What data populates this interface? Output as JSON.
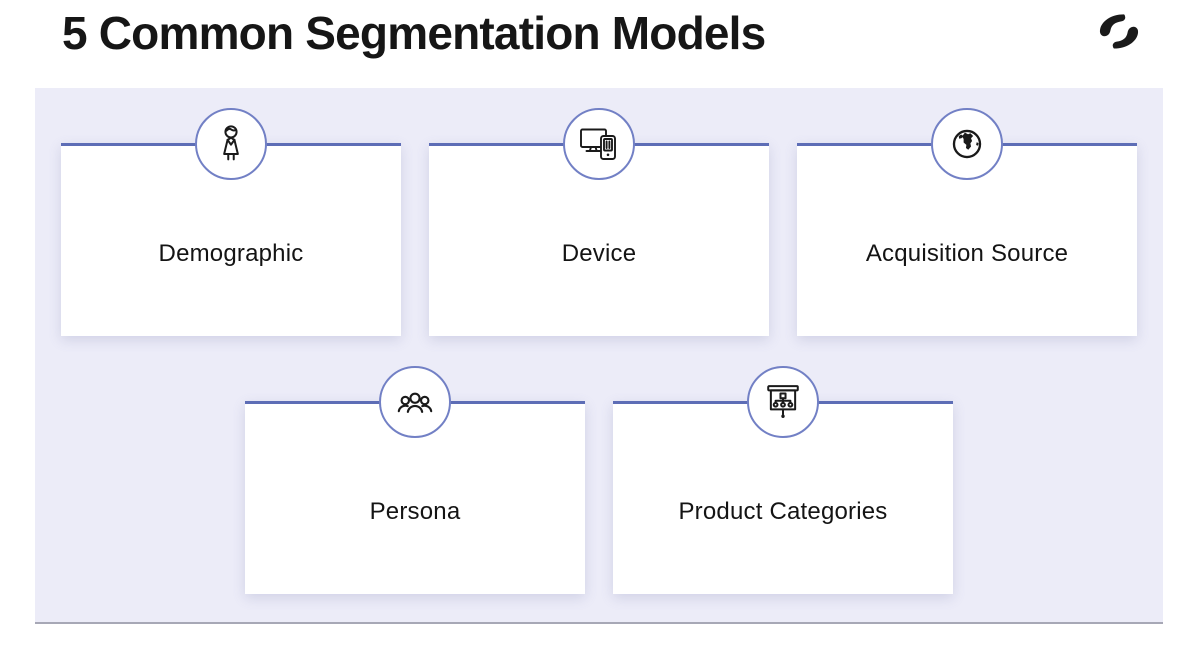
{
  "header": {
    "title": "5 Common Segmentation Models",
    "logo": "brand-logo"
  },
  "cards": [
    {
      "label": "Demographic",
      "icon": "person-icon"
    },
    {
      "label": "Device",
      "icon": "devices-icon"
    },
    {
      "label": "Acquisition Source",
      "icon": "globe-icon"
    },
    {
      "label": "Persona",
      "icon": "people-group-icon"
    },
    {
      "label": "Product Categories",
      "icon": "presentation-org-chart-icon"
    }
  ],
  "colors": {
    "panel_background": "#ececf8",
    "card_top_border": "#5d6db6",
    "circle_border": "#7280c5",
    "panel_bottom_border": "#a7a8b6",
    "icon_stroke": "#1a1a1a",
    "title_text": "#161616"
  }
}
